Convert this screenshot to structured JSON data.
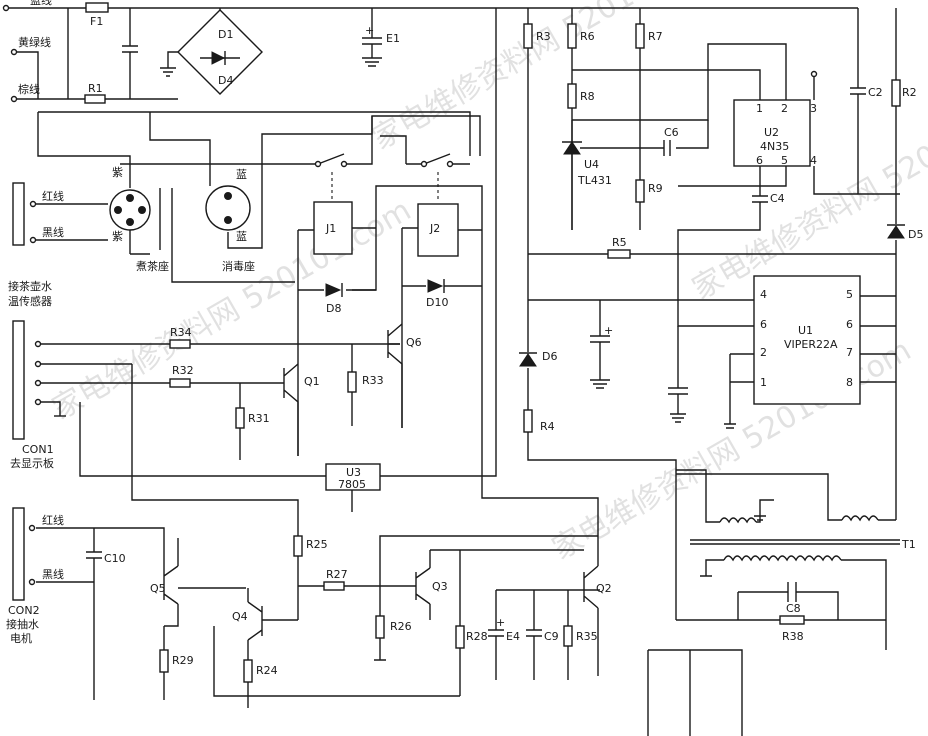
{
  "title": "",
  "watermark": "家电维修资料网  520101.com",
  "inputs": {
    "line_top": "蓝线",
    "line_yellow_green": "黄绿线",
    "line_brown": "棕线"
  },
  "sockets": {
    "tea_top": "紫",
    "tea_bottom": "紫",
    "tea_caption": "煮茶座",
    "dis_top": "蓝",
    "dis_bottom": "蓝",
    "dis_caption": "消毒座"
  },
  "connectors": {
    "sensor_red": "红线",
    "sensor_black": "黑线",
    "sensor_caption_1": "接茶壶水",
    "sensor_caption_2": "温传感器",
    "con1": "CON1",
    "con1_caption": "去显示板",
    "con2_red": "红线",
    "con2_black": "黑线",
    "con2": "CON2",
    "con2_caption_1": "接抽水",
    "con2_caption_2": "电机"
  },
  "components": {
    "F1": "F1",
    "R1": "R1",
    "D1": "D1",
    "D4": "D4",
    "E1": "E1",
    "R3": "R3",
    "R6": "R6",
    "R7": "R7",
    "R8": "R8",
    "R9": "R9",
    "C6": "C6",
    "U4": "U4",
    "TL431": "TL431",
    "U2": "U2",
    "4N35": "4N35",
    "C4": "C4",
    "C2": "C2",
    "R2": "R2",
    "D5": "D5",
    "R5": "R5",
    "D6": "D6",
    "R4": "R4",
    "U1": "U1",
    "VIPER22A": "VIPER22A",
    "J1": "J1",
    "J2": "J2",
    "D8": "D8",
    "D10": "D10",
    "R34": "R34",
    "R32": "R32",
    "Q6": "Q6",
    "Q1": "Q1",
    "R33": "R33",
    "R31": "R31",
    "U3": "U3",
    "7805": "7805",
    "T1": "T1",
    "C8": "C8",
    "R38": "R38",
    "C10": "C10",
    "Q5": "Q5",
    "Q4": "Q4",
    "R29": "R29",
    "R24": "R24",
    "R25": "R25",
    "R27": "R27",
    "R26": "R26",
    "Q3": "Q3",
    "R28": "R28",
    "E4": "E4",
    "C9": "C9",
    "R35": "R35",
    "Q2": "Q2"
  },
  "pins": {
    "u2_1": "1",
    "u2_2": "2",
    "u2_3": "3",
    "u2_4": "4",
    "u2_5": "5",
    "u2_6": "6",
    "u1_l4": "4",
    "u1_l6": "6",
    "u1_l2": "2",
    "u1_l1": "1",
    "u1_r5": "5",
    "u1_r6": "6",
    "u1_r7": "7",
    "u1_r8": "8"
  },
  "polarity": {
    "plus": "+"
  }
}
